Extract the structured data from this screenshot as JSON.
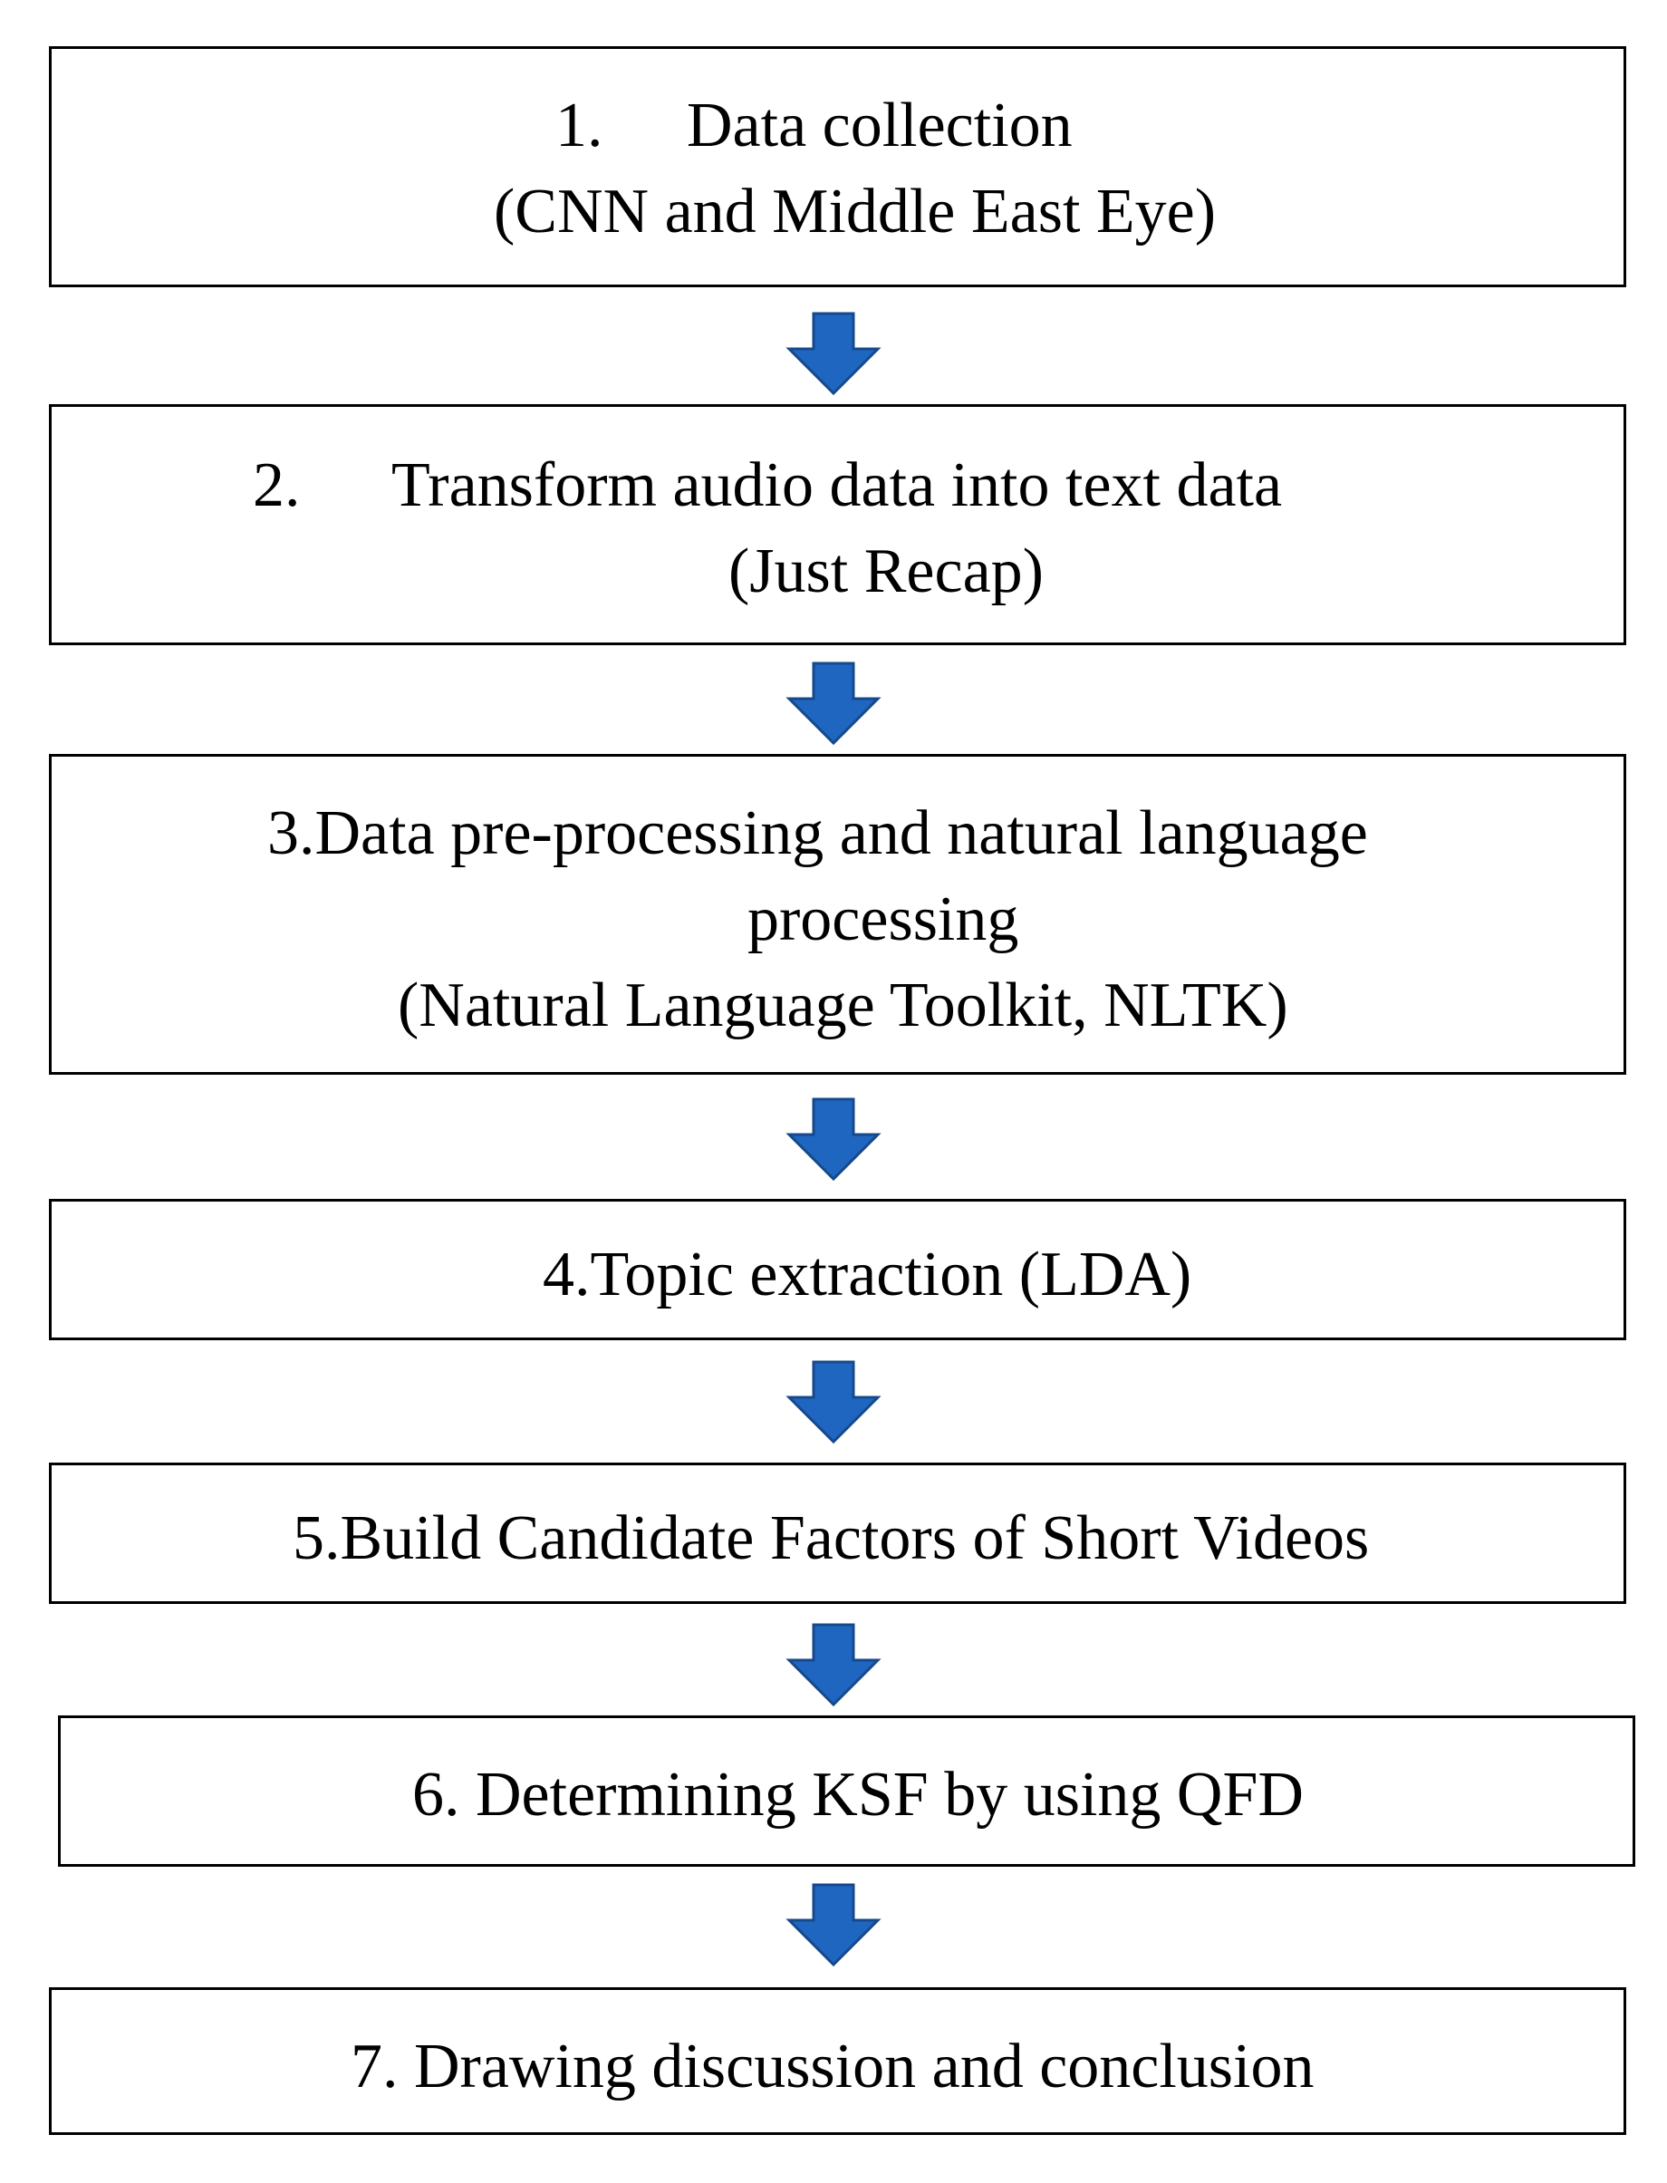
{
  "steps": [
    {
      "num": "1.",
      "title": "Data collection",
      "detail": "(CNN and Middle East Eye)"
    },
    {
      "num": "2.",
      "title": "Transform audio data into text data",
      "detail": "(Just Recap)"
    },
    {
      "line1": "3.Data pre-processing and natural language",
      "line2": "processing",
      "detail": "(Natural Language Toolkit, NLTK)"
    },
    {
      "line1": "4.Topic extraction (LDA)"
    },
    {
      "line1": "5.Build Candidate Factors of Short Videos"
    },
    {
      "line1": "6. Determining KSF by using QFD"
    },
    {
      "line1": "7. Drawing discussion and conclusion"
    }
  ],
  "colors": {
    "arrow_fill": "#1F66C1",
    "arrow_stroke": "#15498C",
    "box_border": "#000000"
  },
  "icons": {
    "connector": "down-arrow-icon"
  }
}
